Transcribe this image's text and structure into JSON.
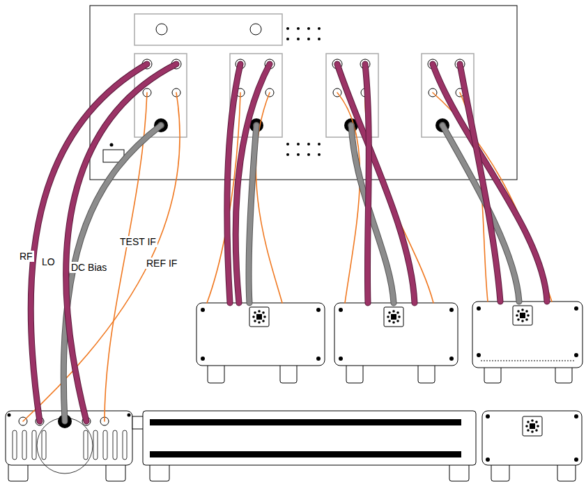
{
  "diagram": {
    "labels": [
      "RF",
      "LO",
      "DC Bias",
      "TEST IF",
      "REF IF"
    ]
  }
}
